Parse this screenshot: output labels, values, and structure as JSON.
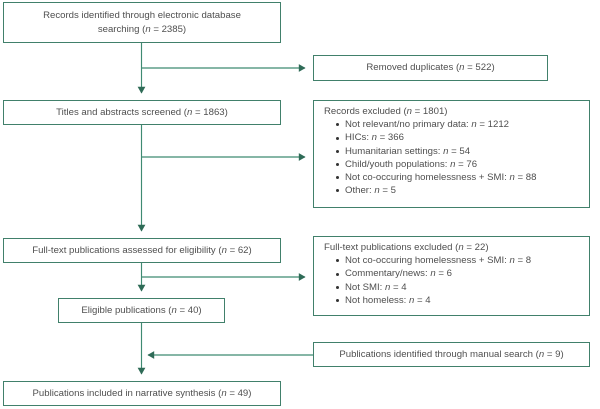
{
  "diagram": {
    "title": "PRISMA study selection flow diagram",
    "line_color": "#41806b",
    "text_color": "#4f4f4f",
    "background": "#ffffff"
  },
  "nodes": {
    "records_identified": {
      "name": "records-identified-box",
      "line1": "Records identified through electronic database",
      "line2": "searching (n = 2385)",
      "count": 2385
    },
    "removed_duplicates": {
      "name": "removed-duplicates-box",
      "text": "Removed duplicates (n = 522)",
      "count": 522
    },
    "titles_screened": {
      "name": "titles-abstracts-screened-box",
      "text": "Titles and abstracts screened (n = 1863)",
      "count": 1863
    },
    "records_excluded": {
      "name": "records-excluded-box",
      "header": "Records excluded (n = 1801)",
      "count": 1801,
      "items": [
        "Not relevant/no primary data: n = 1212",
        "HICs: n = 366",
        "Humanitarian settings: n = 54",
        "Child/youth populations: n = 76",
        "Not co-occuring homelessness + SMI:  n = 88",
        "Other: n = 5"
      ],
      "item_counts": [
        1212,
        366,
        54,
        76,
        88,
        5
      ]
    },
    "fulltext_assessed": {
      "name": "fulltext-assessed-box",
      "text": "Full-text publications assessed for eligibility (n = 62)",
      "count": 62
    },
    "fulltext_excluded": {
      "name": "fulltext-excluded-box",
      "header": "Full-text publications excluded (n = 22)",
      "count": 22,
      "items": [
        "Not co-occuring homelessness + SMI: n = 8",
        "Commentary/news: n = 6",
        "Not SMI: n = 4",
        "Not homeless: n = 4"
      ],
      "item_counts": [
        8,
        6,
        4,
        4
      ]
    },
    "eligible_publications": {
      "name": "eligible-publications-box",
      "text": "Eligible publications (n = 40)",
      "count": 40
    },
    "manual_search": {
      "name": "manual-search-box",
      "text": "Publications identified through manual search (n = 9)",
      "count": 9
    },
    "included_synthesis": {
      "name": "publications-included-box",
      "text": "Publications included in narrative synthesis (n = 49)",
      "count": 49
    }
  }
}
